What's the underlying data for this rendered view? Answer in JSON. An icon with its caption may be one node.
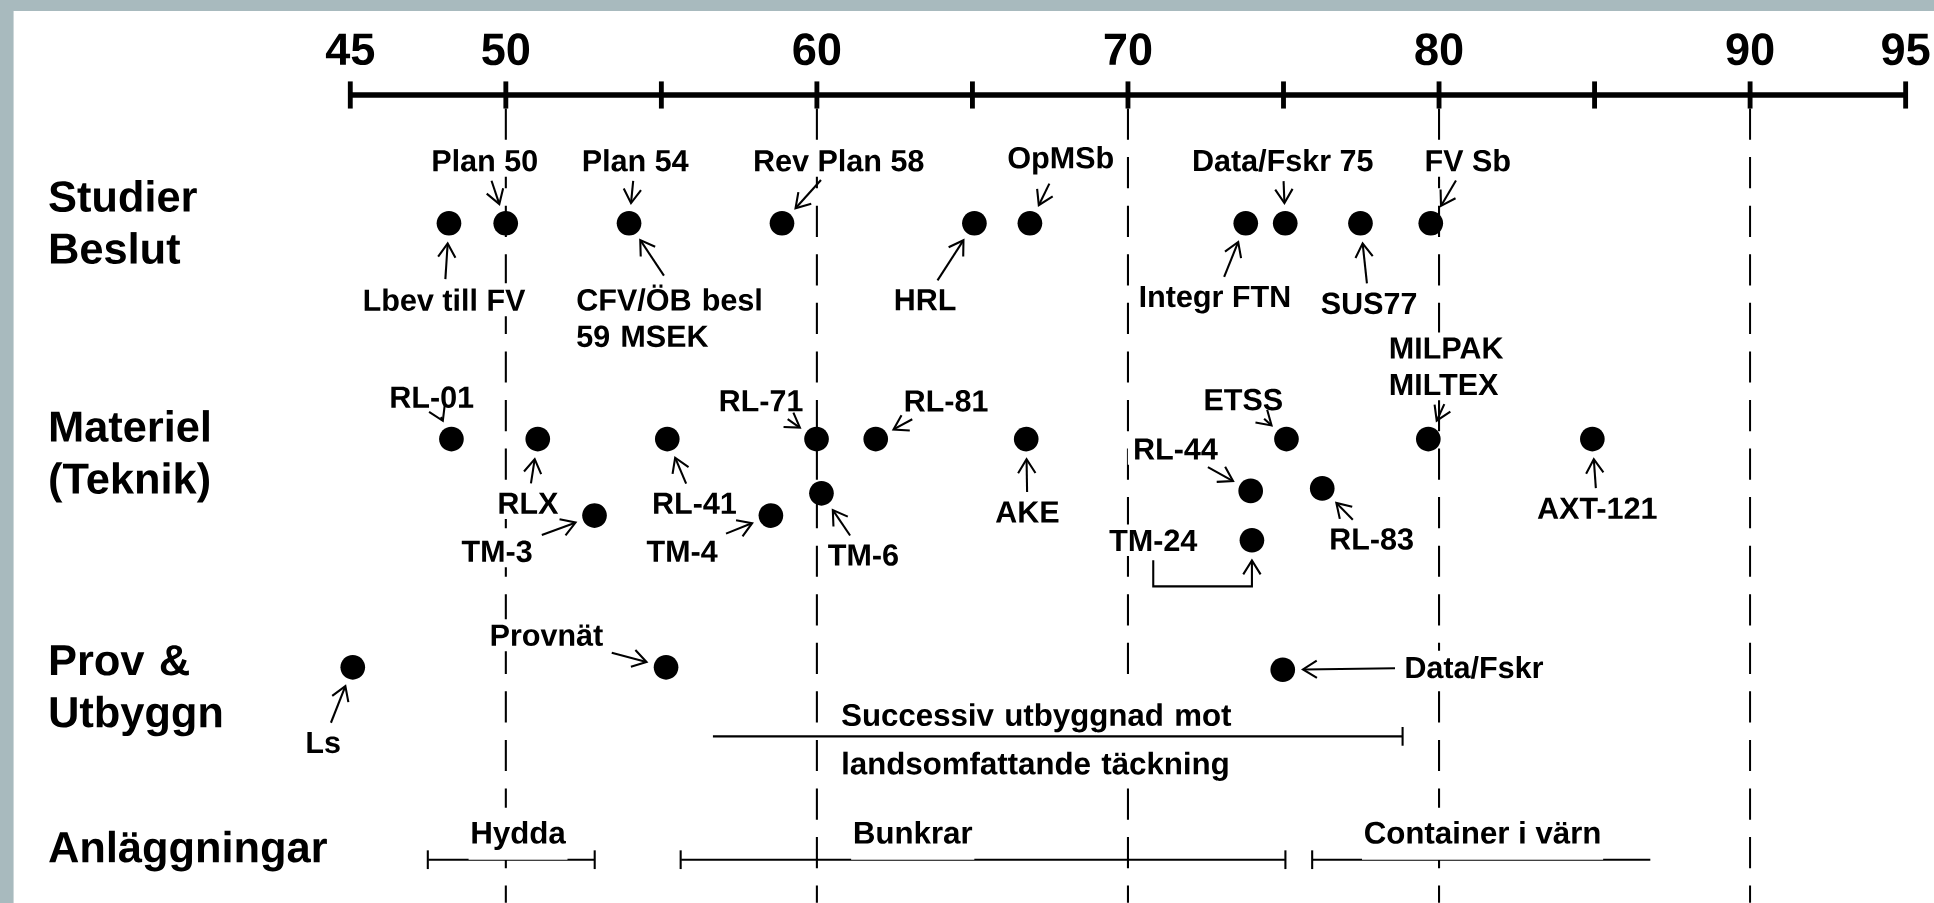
{
  "diagram": {
    "nodes": [
      {
        "text": [
          "Plan 50"
        ]
      },
      {
        "text": [
          "Plan 54"
        ]
      },
      {
        "text": [
          "Rev Plan 58"
        ]
      },
      {
        "text": [
          "OpMSb"
        ]
      },
      {
        "text": [
          "Data/Fskr 75"
        ]
      },
      {
        "text": [
          "FV Sb"
        ]
      },
      {
        "text": [],
        "shape": "circle"
      },
      {
        "text": [],
        "shape": "circle"
      },
      {
        "text": [],
        "shape": "circle"
      },
      {
        "text": [],
        "shape": "circle"
      },
      {
        "text": [],
        "shape": "circle"
      },
      {
        "text": [],
        "shape": "circle"
      },
      {
        "text": [],
        "shape": "circle"
      },
      {
        "text": [],
        "shape": "circle"
      },
      {
        "text": [],
        "shape": "circle"
      },
      {
        "text": [],
        "shape": "circle"
      },
      {
        "text": [
          "Lbev till FV"
        ]
      },
      {
        "text": [
          "CFV/ÖB besl 59 MSEK"
        ]
      },
      {
        "text": [
          "HRL"
        ]
      },
      {
        "text": [
          "Integr FTN"
        ]
      },
      {
        "text": [
          "SUS77"
        ]
      },
      {
        "text": [
          "MILPAK MILTEX"
        ]
      },
      {
        "text": [
          "RL-01"
        ]
      },
      {
        "text": [
          "RL-71"
        ]
      },
      {
        "text": [
          "RL-81"
        ]
      },
      {
        "text": [
          "ETSS"
        ]
      },
      {
        "text": [
          "RL-44"
        ]
      },
      {
        "text": [],
        "shape": "circle"
      },
      {
        "text": [],
        "shape": "circle"
      },
      {
        "text": [],
        "shape": "circle"
      },
      {
        "text": [],
        "shape": "circle"
      },
      {
        "text": [],
        "shape": "circle"
      },
      {
        "text": [],
        "shape": "circle"
      },
      {
        "text": [],
        "shape": "circle"
      },
      {
        "text": [],
        "shape": "circle"
      },
      {
        "text": [],
        "shape": "circle"
      },
      {
        "text": [],
        "shape": "circle"
      },
      {
        "text": [],
        "shape": "circle"
      },
      {
        "text": [],
        "shape": "circle"
      },
      {
        "text": [],
        "shape": "circle"
      },
      {
        "text": [],
        "shape": "circle"
      },
      {
        "text": [],
        "shape": "circle"
      },
      {
        "text": [
          "RLX"
        ]
      },
      {
        "text": [
          "RL-41"
        ]
      },
      {
        "text": [
          "AKE"
        ]
      },
      {
        "text": [
          "AXT-121"
        ]
      },
      {
        "text": [
          "TM-3"
        ]
      },
      {
        "text": [
          "TM-4"
        ]
      },
      {
        "text": [
          "TM-6"
        ]
      },
      {
        "text": [
          "TM-24"
        ]
      },
      {
        "text": [
          "RL-83"
        ]
      },
      {
        "text": [
          "Provnät"
        ]
      },
      {
        "text": [],
        "shape": "circle"
      },
      {
        "text": [],
        "shape": "circle"
      },
      {
        "text": [],
        "shape": "circle"
      },
      {
        "text": [
          "Data/Fskr"
        ]
      },
      {
        "text": [
          "Ls"
        ]
      }
    ],
    "edges": [
      {
        "from": 0,
        "to": 7,
        "arrow": "to"
      },
      {
        "from": 1,
        "to": 8,
        "arrow": "to"
      },
      {
        "from": 2,
        "to": 9,
        "arrow": "to"
      },
      {
        "from": 3,
        "to": 11,
        "arrow": "to"
      },
      {
        "from": 4,
        "to": 13,
        "arrow": "to"
      },
      {
        "from": 5,
        "to": 15,
        "arrow": "to"
      },
      {
        "from": 16,
        "to": 6,
        "arrow": "to"
      },
      {
        "from": 17,
        "to": 8,
        "arrow": "to"
      },
      {
        "from": 18,
        "to": 10,
        "arrow": "to"
      },
      {
        "from": 19,
        "to": 12,
        "arrow": "to"
      },
      {
        "from": 20,
        "to": 14,
        "arrow": "to"
      },
      {
        "from": 21,
        "to": 34,
        "arrow": "to"
      },
      {
        "from": 22,
        "to": 27,
        "arrow": "to"
      },
      {
        "from": 23,
        "to": 30,
        "arrow": "to"
      },
      {
        "from": 24,
        "to": 31,
        "arrow": "to"
      },
      {
        "from": 25,
        "to": 33,
        "arrow": "to"
      },
      {
        "from": 26,
        "to": 37,
        "arrow": "to"
      },
      {
        "from": 42,
        "to": 28,
        "arrow": "to"
      },
      {
        "from": 43,
        "to": 29,
        "arrow": "to"
      },
      {
        "from": 44,
        "to": 32,
        "arrow": "to"
      },
      {
        "from": 45,
        "to": 35,
        "arrow": "to"
      },
      {
        "from": 46,
        "to": 39,
        "arrow": "to"
      },
      {
        "from": 47,
        "to": 40,
        "arrow": "to"
      },
      {
        "from": 48,
        "to": 36,
        "arrow": "to"
      },
      {
        "from": 49,
        "to": 41,
        "arrow": "to"
      },
      {
        "from": 50,
        "to": 38,
        "arrow": "to"
      },
      {
        "from": 51,
        "to": 53,
        "arrow": "to"
      },
      {
        "from": 55,
        "to": 54,
        "arrow": "to"
      },
      {
        "from": 56,
        "to": 52,
        "arrow": "to"
      }
    ],
    "labels": [
      "45",
      "50",
      "60",
      "70",
      "80",
      "90",
      "95",
      "Studier Beslut",
      "Materiel (Teknik)",
      "Prov & Utbyggn",
      "Anläggningar",
      "Successiv utbyggnad mot landsomfattande täckning",
      "Hydda",
      "Bunkrar",
      "Container i värn"
    ]
  }
}
